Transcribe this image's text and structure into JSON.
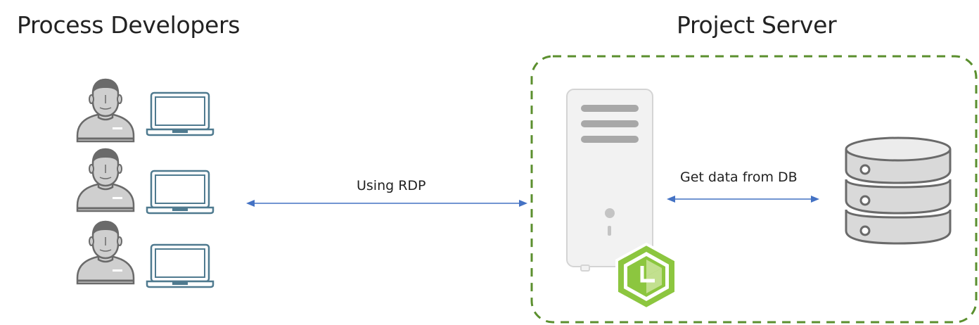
{
  "titles": {
    "left": "Process Developers",
    "right": "Project Server"
  },
  "connections": {
    "rdp": "Using RDP",
    "db": "Get data from DB"
  },
  "developers": [
    {
      "icon": "user-icon",
      "device": "laptop-icon"
    },
    {
      "icon": "user-icon",
      "device": "laptop-icon"
    },
    {
      "icon": "user-icon",
      "device": "laptop-icon"
    }
  ],
  "server": {
    "icon": "server-tower-icon",
    "badge": "green-hexagon-logo-icon"
  },
  "database": {
    "icon": "database-icon"
  },
  "colors": {
    "dashed_border": "#5b8f2e",
    "arrow": "#4472c4",
    "user_fill": "#cfcfcf",
    "laptop_stroke": "#4f7a8f",
    "server_fill": "#f2f2f2",
    "server_bars": "#a8a8a8",
    "badge_green": "#8cc63f",
    "db_stroke": "#6a6a6a"
  }
}
